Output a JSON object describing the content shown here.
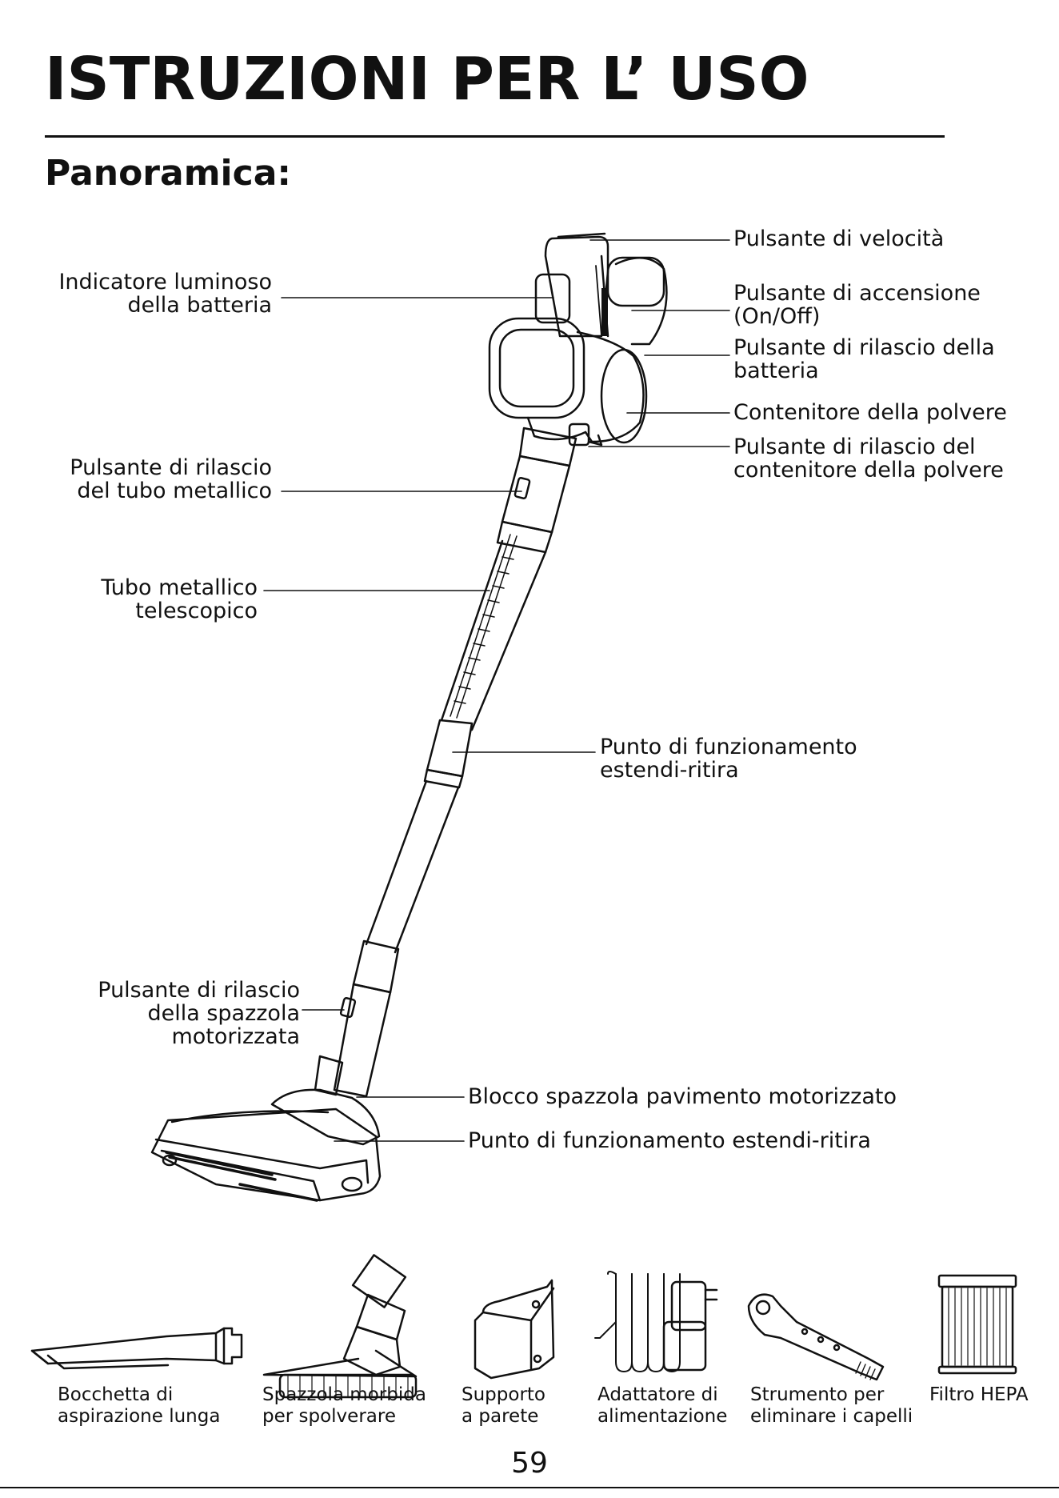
{
  "header": {
    "title": "ISTRUZIONI PER L’ USO",
    "subtitle": "Panoramica:"
  },
  "callouts": {
    "battery_indicator": "Indicatore luminoso\ndella batteria",
    "speed_button": "Pulsante di velocità",
    "power_button": "Pulsante di accensione\n(On/Off)",
    "battery_release": "Pulsante di rilascio della\nbatteria",
    "dust_container": "Contenitore della polvere",
    "dust_container_release": "Pulsante di rilascio del\ncontenitore della polvere",
    "metal_tube_release": "Pulsante di rilascio\ndel tubo metallico",
    "telescopic_tube": "Tubo metallico\ntelescopico",
    "extend_retract_point": "Punto di funzionamento\nestendi-ritira",
    "brush_release": "Pulsante di rilascio\ndella spazzola\nmotorizzata",
    "floor_brush_block": "Blocco spazzola pavimento motorizzato",
    "floor_extend_retract": "Punto di funzionamento estendi-ritira"
  },
  "accessories": [
    {
      "label": "Bocchetta di\naspirazione lunga",
      "icon": "crevice-tool-icon"
    },
    {
      "label": "Spazzola morbida\nper spolverare",
      "icon": "dusting-brush-icon"
    },
    {
      "label": "Supporto\na parete",
      "icon": "wall-mount-icon"
    },
    {
      "label": "Adattatore di\nalimentazione",
      "icon": "power-adapter-icon"
    },
    {
      "label": "Strumento per\neliminare i capelli",
      "icon": "hair-removal-tool-icon"
    },
    {
      "label": "Filtro HEPA",
      "icon": "hepa-filter-icon"
    }
  ],
  "footer": {
    "page_number": "59"
  }
}
